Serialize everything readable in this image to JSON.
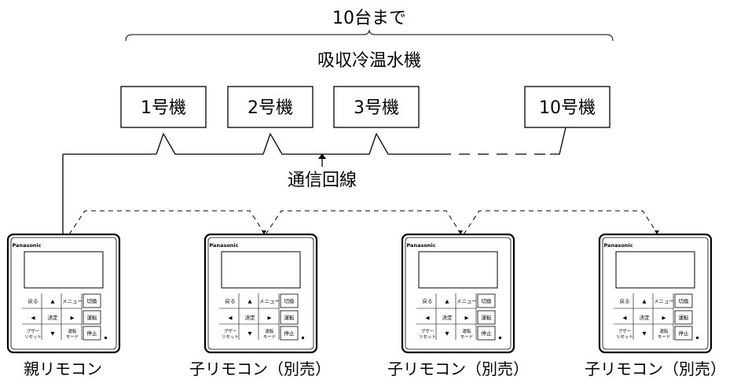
{
  "top_label": "10台まで",
  "group_label": "吸収冷温水機",
  "units": [
    {
      "label": "1号機"
    },
    {
      "label": "2号機"
    },
    {
      "label": "3号機"
    },
    {
      "label": "10号機"
    }
  ],
  "comm_line_label": "通信回線",
  "remotes": [
    {
      "caption": "親リモコン"
    },
    {
      "caption": "子リモコン（別売）"
    },
    {
      "caption": "子リモコン（別売）"
    },
    {
      "caption": "子リモコン（別売）"
    }
  ],
  "remote_panel": {
    "brand": "Panasonic",
    "buttons": {
      "back": "戻る",
      "up": "▲",
      "menu": "メニュー",
      "switch": "切換",
      "left": "◀",
      "enter": "決定",
      "right": "▶",
      "run": "運転",
      "buzzer_1": "ブザー",
      "buzzer_2": "リセット",
      "down": "▼",
      "mode_1": "運転",
      "mode_2": "モード",
      "stop": "停止"
    }
  }
}
